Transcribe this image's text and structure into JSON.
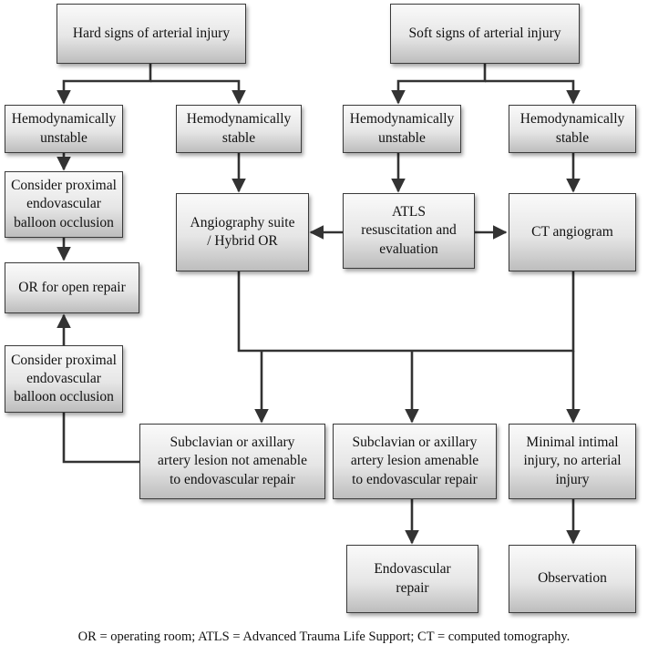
{
  "nodes": {
    "hard_signs": "Hard signs of arterial injury",
    "soft_signs": "Soft signs of arterial injury",
    "hard_unstable": "Hemodynamically\nunstable",
    "hard_stable": "Hemodynamically\nstable",
    "soft_unstable": "Hemodynamically\nunstable",
    "soft_stable": "Hemodynamically\nstable",
    "balloon_top": "Consider proximal\nendovascular\nballoon occlusion",
    "or_open_repair": "OR for open repair",
    "balloon_bottom": "Consider proximal\nendovascular\nballoon occlusion",
    "angiography_suite": "Angiography suite\n/ Hybrid OR",
    "atls": "ATLS\nresuscitation and\nevaluation",
    "ct_angiogram": "CT angiogram",
    "lesion_not_amenable": "Subclavian or axillary\nartery lesion not amenable\nto endovascular repair",
    "lesion_amenable": "Subclavian or axillary\nartery lesion amenable\nto endovascular repair",
    "minimal_injury": "Minimal intimal\ninjury, no arterial\ninjury",
    "endovascular_repair": "Endovascular\nrepair",
    "observation": "Observation"
  },
  "caption": "OR = operating room; ATLS = Advanced Trauma Life Support; CT = computed tomography."
}
